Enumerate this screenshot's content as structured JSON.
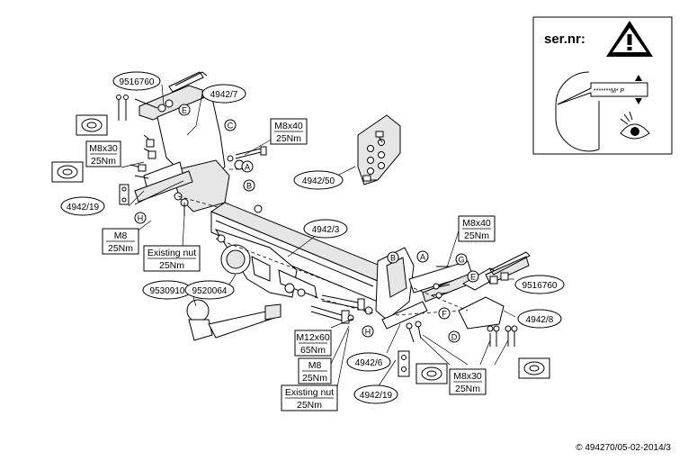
{
  "serial_box": {
    "title": "ser.nr:",
    "serial_text": "*******M* P"
  },
  "part_labels": {
    "p9516760_left": "9516760",
    "p4942_7": "4942/7",
    "p4942_19_left": "4942/19",
    "p4942_50": "4942/50",
    "p4942_3": "4942/3",
    "p9530910": "9530910",
    "p9520064": "9520064",
    "p9516760_right": "9516760",
    "p4942_8": "4942/8",
    "p4942_6": "4942/6",
    "p4942_19_bottom": "4942/19"
  },
  "specs": {
    "m8x40_top": [
      "M8x40",
      "25Nm"
    ],
    "m8x30_left": [
      "M8x30",
      "25Nm"
    ],
    "m8_left": [
      "M8",
      "25Nm"
    ],
    "existing_nut_left": [
      "Existing nut",
      "25Nm"
    ],
    "m8x40_right": [
      "M8x40",
      "25Nm"
    ],
    "m12x60": [
      "M12x60",
      "65Nm"
    ],
    "m8_bottom": [
      "M8",
      "25Nm"
    ],
    "existing_nut_bottom": [
      "Existing nut",
      "25Nm"
    ],
    "m8x30_right": [
      "M8x30",
      "25Nm"
    ]
  },
  "letters": {
    "e_left": "E",
    "c": "C",
    "a_left": "A",
    "b_left": "B",
    "h_left": "H",
    "b_right": "B",
    "a_right": "A",
    "g": "G",
    "e_right": "E",
    "f": "F",
    "h_right": "H",
    "d": "D"
  },
  "icons": {
    "warning": "warning-triangle-icon",
    "eye": "eye-icon"
  },
  "copyright": "© 494270/05-02-2014/3"
}
